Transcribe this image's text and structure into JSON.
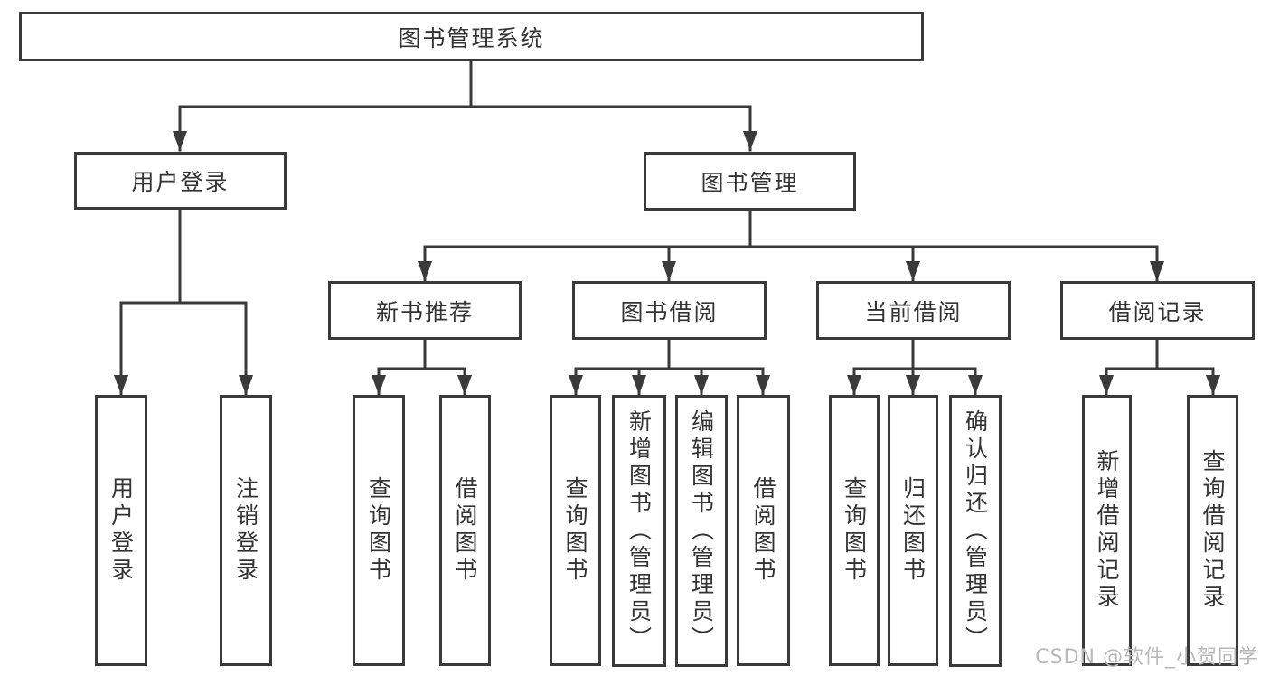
{
  "nodes": {
    "root": {
      "label": "图书管理系统"
    },
    "user_login": {
      "label": "用户登录"
    },
    "book_management": {
      "label": "图书管理"
    },
    "new_book_recommend": {
      "label": "新书推荐"
    },
    "book_borrow": {
      "label": "图书借阅"
    },
    "current_borrow": {
      "label": "当前借阅"
    },
    "borrow_records": {
      "label": "借阅记录"
    },
    "login": {
      "label": "用户登录"
    },
    "logout": {
      "label": "注销登录"
    },
    "nbr_query_books": {
      "label": "查询图书"
    },
    "nbr_borrow_books": {
      "label": "借阅图书"
    },
    "bb_query_books": {
      "label": "查询图书"
    },
    "bb_add_books": {
      "label": "新增图书（管理员）"
    },
    "bb_edit_books": {
      "label": "编辑图书（管理员）"
    },
    "bb_borrow_books": {
      "label": "借阅图书"
    },
    "cb_query_books": {
      "label": "查询图书"
    },
    "cb_return_books": {
      "label": "归还图书"
    },
    "cb_confirm_return": {
      "label": "确认归还（管理员）"
    },
    "br_add_record": {
      "label": "新增借阅记录"
    },
    "br_query_record": {
      "label": "查询借阅记录"
    }
  },
  "hierarchy": {
    "label": "图书管理系统",
    "children": [
      {
        "label": "用户登录",
        "children": [
          {
            "label": "用户登录"
          },
          {
            "label": "注销登录"
          }
        ]
      },
      {
        "label": "图书管理",
        "children": [
          {
            "label": "新书推荐",
            "children": [
              {
                "label": "查询图书"
              },
              {
                "label": "借阅图书"
              }
            ]
          },
          {
            "label": "图书借阅",
            "children": [
              {
                "label": "查询图书"
              },
              {
                "label": "新增图书（管理员）"
              },
              {
                "label": "编辑图书（管理员）"
              },
              {
                "label": "借阅图书"
              }
            ]
          },
          {
            "label": "当前借阅",
            "children": [
              {
                "label": "查询图书"
              },
              {
                "label": "归还图书"
              },
              {
                "label": "确认归还（管理员）"
              }
            ]
          },
          {
            "label": "借阅记录",
            "children": [
              {
                "label": "新增借阅记录"
              },
              {
                "label": "查询借阅记录"
              }
            ]
          }
        ]
      }
    ]
  },
  "watermark": {
    "text": "CSDN @软件_小贺同学"
  },
  "colors": {
    "line": "#3a3a3a",
    "box_border": "#3a3a3a",
    "text": "#333333",
    "watermark": "#b9b9b9",
    "background": "#ffffff"
  }
}
